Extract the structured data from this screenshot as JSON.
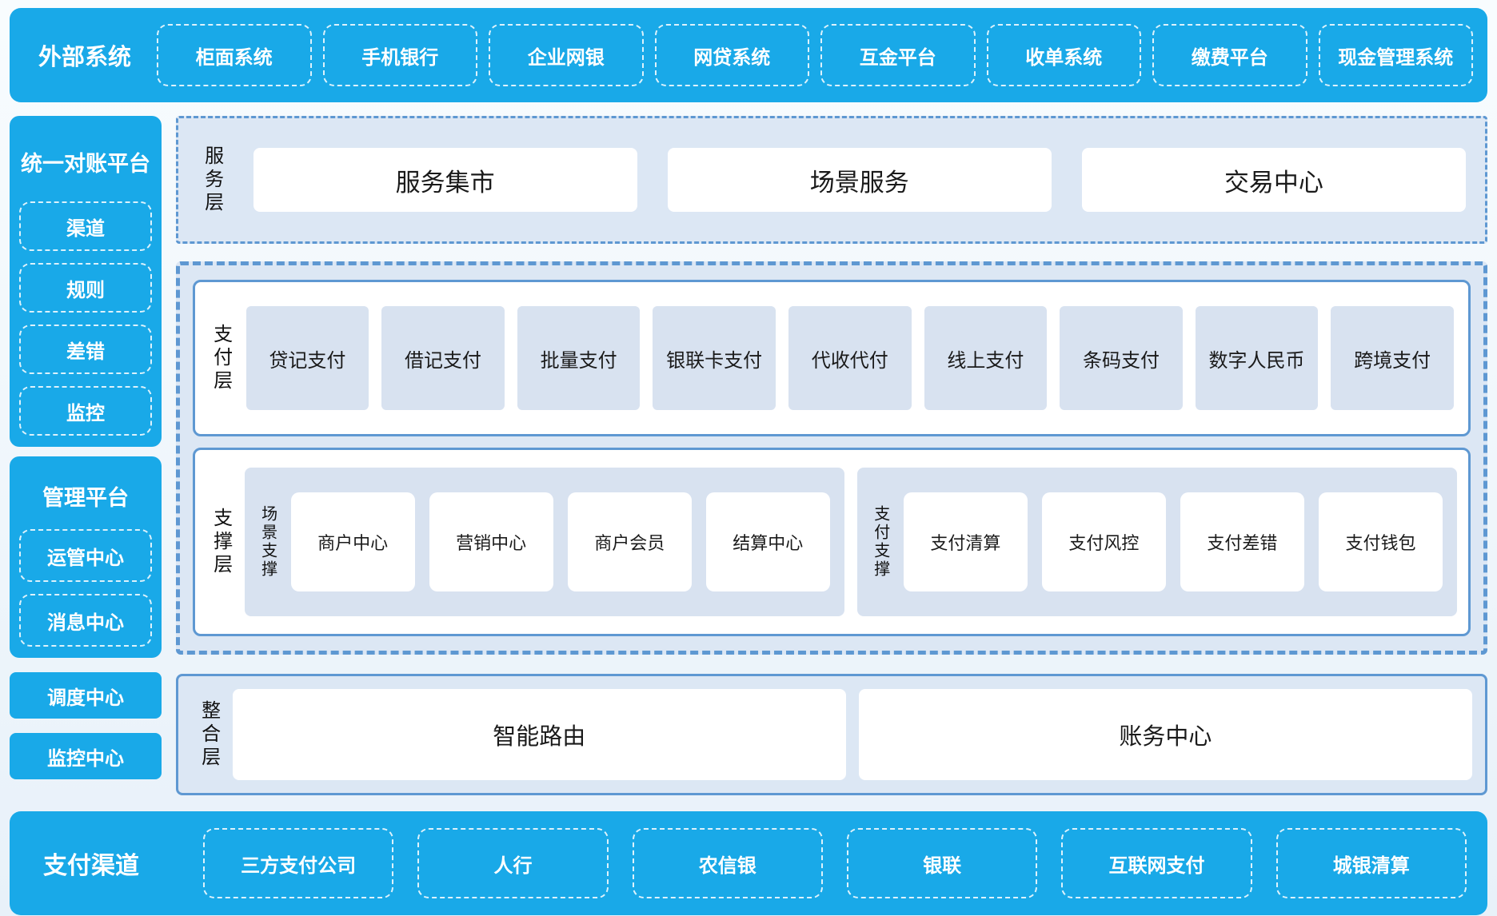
{
  "colors": {
    "primary_blue": "#19A9E8",
    "layer_bg": "#DCE7F4",
    "item_bg": "#D8E2F0",
    "border_blue": "#5E98D2",
    "text_dark": "#1A1A1A",
    "text_on_blue": "#FFFFFF"
  },
  "top_bar": {
    "title": "外部系统",
    "items": [
      "柜面系统",
      "手机银行",
      "企业网银",
      "网贷系统",
      "互金平台",
      "收单系统",
      "缴费平台",
      "现金管理系统"
    ]
  },
  "sidebar": {
    "recon_platform": {
      "title": "统一对账平台",
      "items": [
        "渠道",
        "规则",
        "差错",
        "监控"
      ]
    },
    "mgmt_platform": {
      "title": "管理平台",
      "items": [
        "运管中心",
        "消息中心"
      ]
    },
    "solo_items": [
      "调度中心",
      "监控中心"
    ]
  },
  "service_layer": {
    "label": "服务层",
    "items": [
      "服务集市",
      "场景服务",
      "交易中心"
    ]
  },
  "payment_layer": {
    "label": "支付层",
    "items": [
      "贷记支付",
      "借记支付",
      "批量支付",
      "银联卡支付",
      "代收代付",
      "线上支付",
      "条码支付",
      "数字人民币",
      "跨境支付"
    ]
  },
  "support_layer": {
    "label": "支撑层",
    "groups": [
      {
        "label": "场景支撑",
        "items": [
          "商户中心",
          "营销中心",
          "商户会员",
          "结算中心"
        ]
      },
      {
        "label": "支付支撑",
        "items": [
          "支付清算",
          "支付风控",
          "支付差错",
          "支付钱包"
        ]
      }
    ]
  },
  "integration_layer": {
    "label": "整合层",
    "items": [
      "智能路由",
      "账务中心"
    ]
  },
  "bottom_bar": {
    "title": "支付渠道",
    "items": [
      "三方支付公司",
      "人行",
      "农信银",
      "银联",
      "互联网支付",
      "城银清算"
    ]
  }
}
